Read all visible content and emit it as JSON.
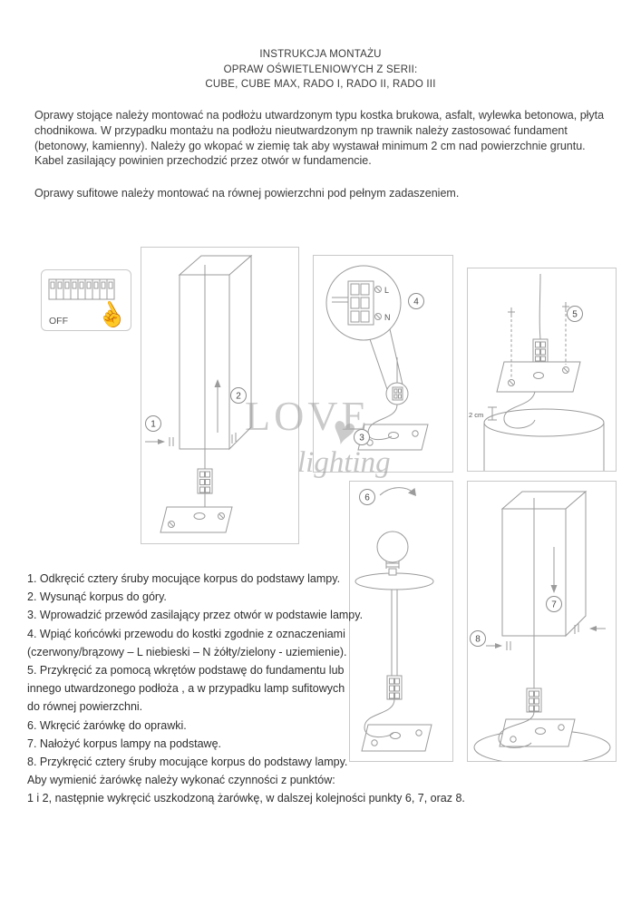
{
  "title": {
    "line1": "INSTRUKCJA MONTAŻU",
    "line2": "OPRAW OŚWIETLENIOWYCH Z SERII:",
    "line3": "CUBE, CUBE MAX, RADO I, RADO II, RADO III"
  },
  "intro": {
    "paragraph1": "Oprawy stojące należy montować na podłożu utwardzonym typu kostka brukowa, asfalt, wylewka betonowa, płyta chodnikowa. W przypadku montażu na podłożu nieutwardzonym np trawnik należy zastosować fundament (betonowy, kamienny). Należy go wkopać w ziemię tak aby wystawał minimum 2 cm nad powierzchnie gruntu. Kabel zasilający powinien przechodzić przez otwór w fundamencie.",
    "paragraph2": "Oprawy sufitowe należy montować na równej powierzchni pod pełnym zadaszeniem."
  },
  "diagram": {
    "off_label": "OFF",
    "steps": [
      "1",
      "2",
      "3",
      "4",
      "5",
      "6",
      "7",
      "8"
    ],
    "wire_l": "L",
    "wire_n": "N",
    "depth_label": "2 cm"
  },
  "watermark": {
    "line1": "LOVE",
    "heart": "♥",
    "line2": "lighting"
  },
  "instructions": {
    "lines": [
      "1. Odkręcić cztery śruby mocujące korpus do podstawy lampy.",
      "2. Wysunąć korpus do góry.",
      "3. Wprowadzić przewód zasilający przez otwór w podstawie lampy.",
      "4. Wpiąć końcówki przewodu do kostki zgodnie z oznaczeniami",
      "(czerwony/brązowy – L niebieski – N żółty/zielony - uziemienie).",
      "5. Przykręcić za pomocą wkrętów podstawę do fundamentu lub",
      "innego utwardzonego podłoża , a w przypadku lamp sufitowych",
      "do równej powierzchni.",
      "6. Wkręcić żarówkę do oprawki.",
      "7. Nałożyć korpus lampy na podstawę.",
      "8. Przykręcić cztery śruby mocujące korpus do podstawy lampy.",
      "Aby wymienić żarówkę należy wykonać czynności z punktów:",
      "1 i 2, następnie wykręcić uszkodzoną żarówkę, w dalszej kolejności punkty 6, 7, oraz 8."
    ]
  }
}
